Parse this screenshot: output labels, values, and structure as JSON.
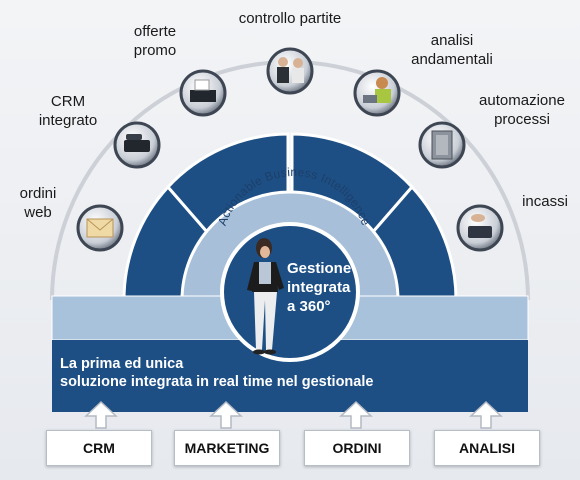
{
  "labels": {
    "ordini_web": "ordini\nweb",
    "crm_integrato": "CRM\nintegrato",
    "offerte_promo": "offerte\npromo",
    "controllo_partite": "controllo partite",
    "analisi_andamentali": "analisi\nandamentali",
    "automazione_processi": "automazione\nprocessi",
    "incassi": "incassi"
  },
  "ring_text": "Actionable Business Intelligence",
  "center_text": "Gestione\nintegrata\na 360°",
  "banner_text": "La prima ed unica\nsoluzione integrata in real time nel gestionale",
  "buttons": {
    "crm": "CRM",
    "marketing": "MARKETING",
    "ordini": "ORDINI",
    "analisi": "ANALISI"
  },
  "colors": {
    "dark_blue": "#1d4f85",
    "light_blue": "#a7bfd8",
    "outline": "#c9cdd3"
  }
}
